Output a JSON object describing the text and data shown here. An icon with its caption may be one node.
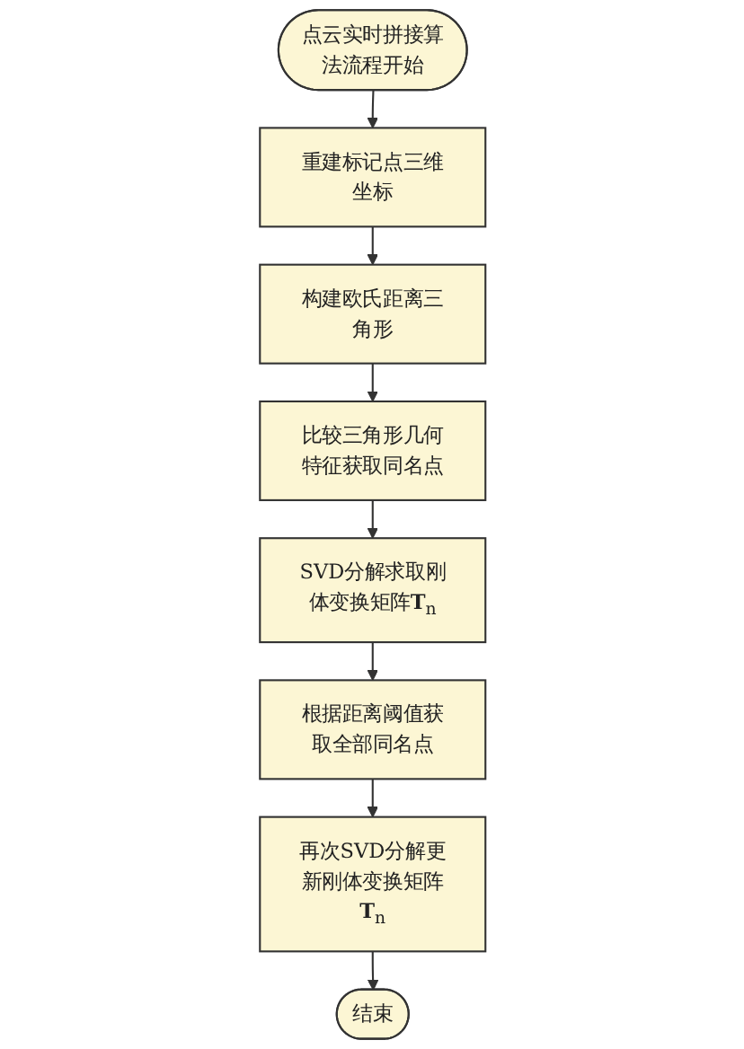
{
  "diagram": {
    "nodes": [
      {
        "text": [
          "点云实时拼接算法流程开始"
        ]
      },
      {
        "text": [
          "重建标记点三维坐标"
        ]
      },
      {
        "text": [
          "构建欧氏距离三角形"
        ]
      },
      {
        "text": [
          "比较三角形几何特征获取同名点"
        ]
      },
      {
        "text": [
          "SVD分解求取刚体变换矩阵**T**$_{n}$"
        ]
      },
      {
        "text": [
          "根据距离阈值获取全部同名点"
        ]
      },
      {
        "text": [
          "再次SVD分解更新刚体变换矩阵**T**$_{n}$"
        ]
      },
      {
        "text": [
          "结束"
        ]
      }
    ],
    "edges": [
      {
        "from": 0,
        "to": 1,
        "arrow": "to"
      },
      {
        "from": 1,
        "to": 2,
        "arrow": "to"
      },
      {
        "from": 2,
        "to": 3,
        "arrow": "to"
      },
      {
        "from": 3,
        "to": 4,
        "arrow": "to"
      },
      {
        "from": 4,
        "to": 5,
        "arrow": "to"
      },
      {
        "from": 5,
        "to": 6,
        "arrow": "to"
      },
      {
        "from": 6,
        "to": 7,
        "arrow": "to"
      }
    ]
  }
}
